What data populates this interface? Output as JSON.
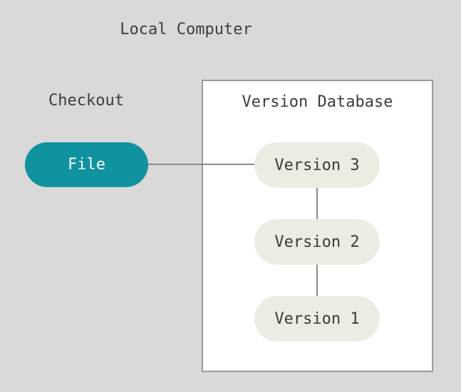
{
  "diagram": {
    "title": "Local Computer",
    "checkout": {
      "label": "Checkout"
    },
    "file_node": {
      "label": "File"
    },
    "database": {
      "title": "Version Database",
      "versions": [
        {
          "label": "Version 3"
        },
        {
          "label": "Version 2"
        },
        {
          "label": "Version 1"
        }
      ]
    },
    "colors": {
      "background": "#d9d9d9",
      "file_fill": "#10929f",
      "file_text": "#f6f6f4",
      "version_fill": "#ecece3",
      "version_text": "#3d3c36",
      "box_fill": "#ffffff",
      "box_border": "#9b9b9b",
      "connector": "#8b8a84",
      "label_text": "#3d3d3d"
    }
  }
}
